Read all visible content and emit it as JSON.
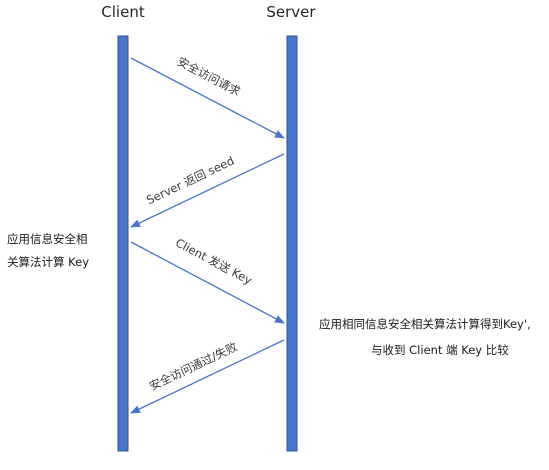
{
  "actors": {
    "client": "Client",
    "server": "Server"
  },
  "messages": [
    {
      "label": "安全访问请求"
    },
    {
      "label": "Server 返回 seed"
    },
    {
      "label": "Client  发送 Key"
    },
    {
      "label": "安全访问通过/失败"
    }
  ],
  "notes": {
    "client_compute": [
      "应用信息安全相",
      "关算法计算 Key"
    ],
    "server_compare": [
      "应用相同信息安全相关算法计算得到Key',",
      "与收到 Client  端 Key 比较"
    ]
  },
  "colors": {
    "lifeline": "#4a74c9",
    "lifeline_border": "#2f4f9a",
    "arrow": "#4a74c9"
  }
}
